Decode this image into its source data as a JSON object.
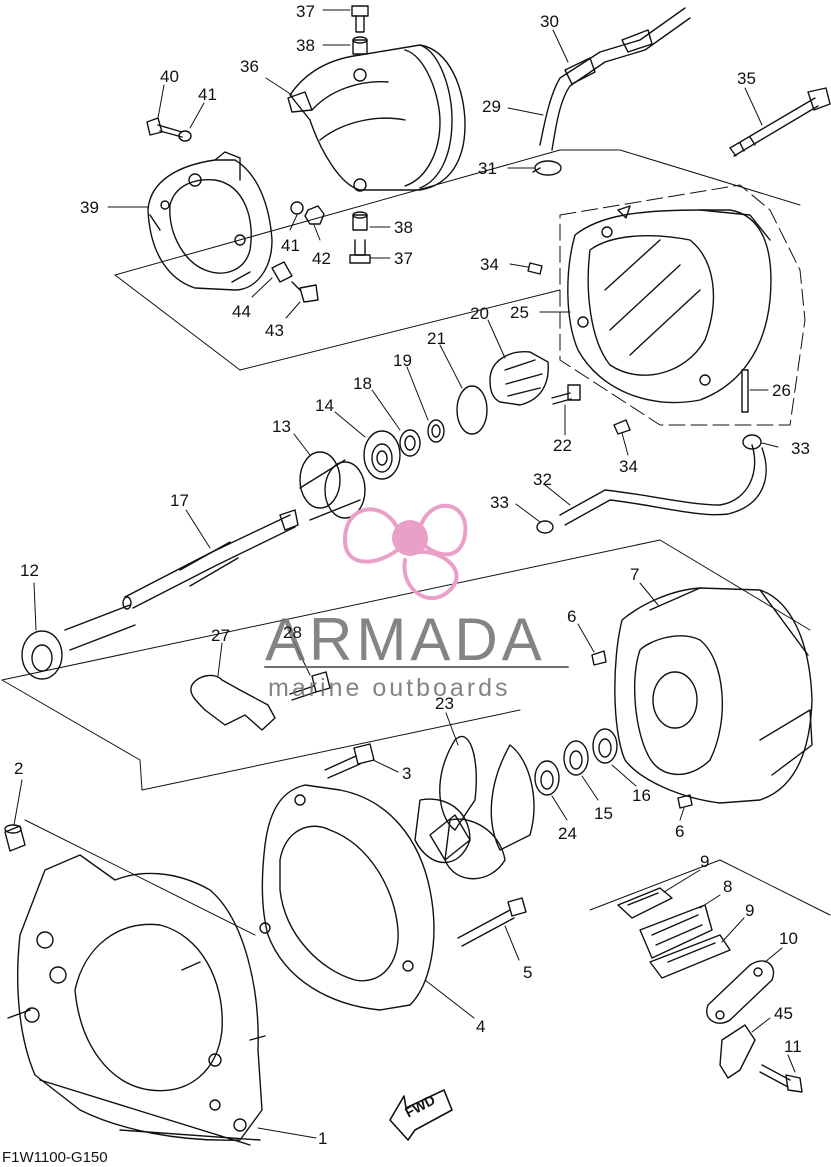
{
  "diagram": {
    "code": "F1W1100-G150",
    "direction_label": "FWD",
    "watermark": {
      "brand": "ARMADA",
      "tagline": "marine outboards",
      "logo_icon": "propeller-logo-icon",
      "logo_color": "#e9a0c8"
    },
    "callouts": [
      "37",
      "38",
      "30",
      "40",
      "41",
      "36",
      "35",
      "29",
      "39",
      "31",
      "38",
      "41",
      "42",
      "37",
      "34",
      "25",
      "44",
      "43",
      "20",
      "21",
      "19",
      "18",
      "26",
      "14",
      "13",
      "22",
      "34",
      "33",
      "32",
      "17",
      "33",
      "12",
      "27",
      "28",
      "6",
      "7",
      "23",
      "3",
      "2",
      "24",
      "15",
      "16",
      "6",
      "9",
      "8",
      "9",
      "10",
      "5",
      "4",
      "45",
      "11",
      "1"
    ]
  }
}
